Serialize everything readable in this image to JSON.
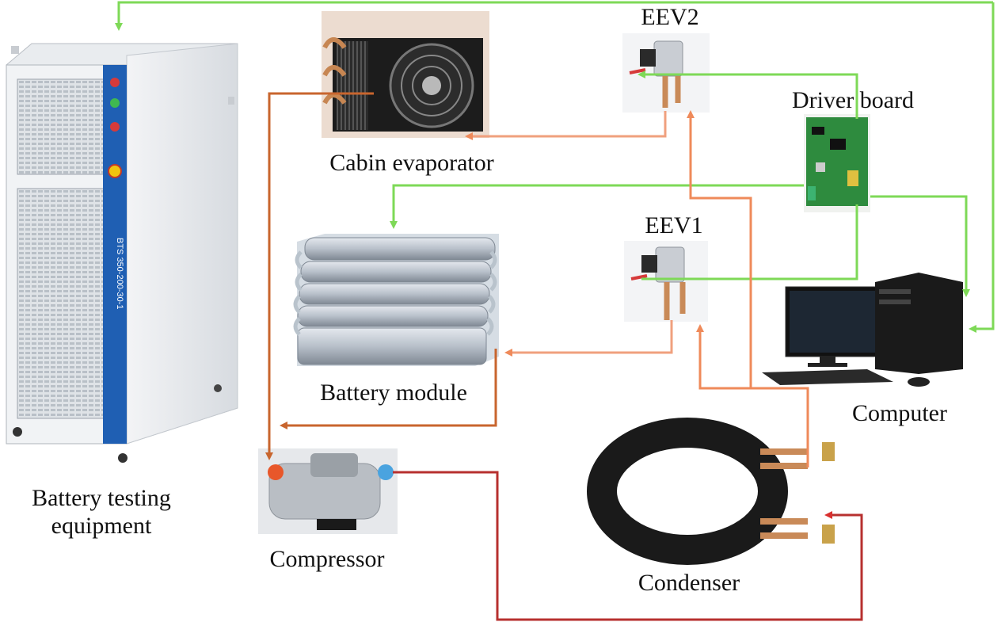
{
  "diagram": {
    "title": "Battery thermal management test system",
    "components": {
      "battery_testing_equipment": {
        "label_line1": "Battery testing",
        "label_line2": "equipment",
        "model_text": "BTS 350-200-30-1"
      },
      "cabin_evaporator": {
        "label": "Cabin evaporator"
      },
      "eev2": {
        "label": "EEV2"
      },
      "eev1": {
        "label": "EEV1"
      },
      "driver_board": {
        "label": "Driver board"
      },
      "battery_module": {
        "label": "Battery module"
      },
      "computer": {
        "label": "Computer"
      },
      "compressor": {
        "label": "Compressor"
      },
      "condenser": {
        "label": "Condenser"
      }
    },
    "colors": {
      "signal_line": "#7ed957",
      "refrigerant_liquid": "#ef8a5a",
      "refrigerant_return": "#c8652e",
      "refrigerant_hot": "#b7302f",
      "equipment_stripe": "#1f5fb3"
    }
  }
}
